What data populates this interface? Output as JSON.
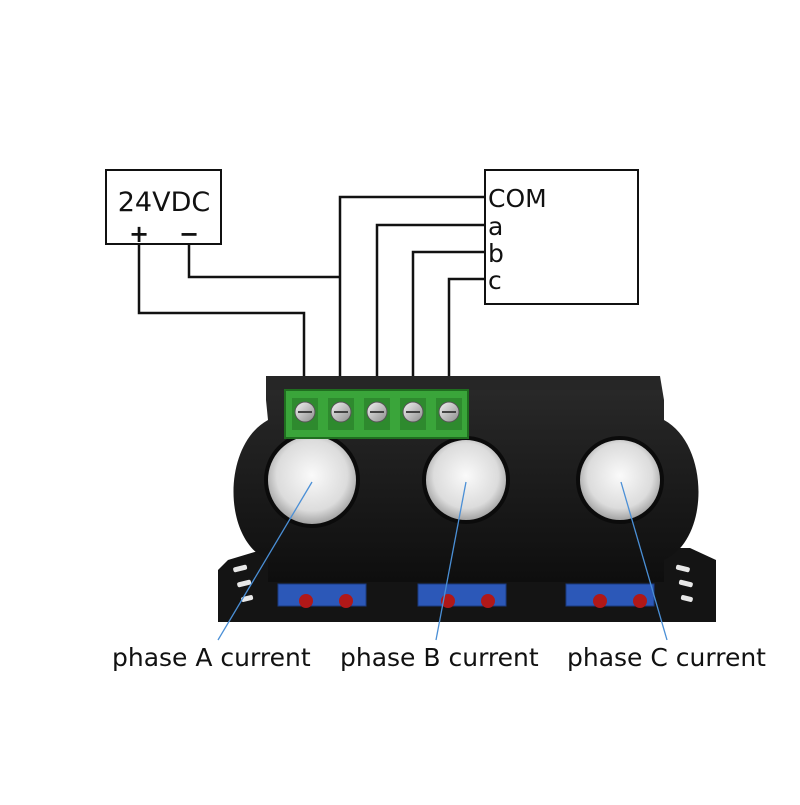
{
  "power_supply": {
    "label": "24VDC",
    "plus": "+",
    "minus": "−"
  },
  "receiver": {
    "com": "COM",
    "a": "a",
    "b": "b",
    "c": "c"
  },
  "callouts": [
    {
      "text": "phase A current"
    },
    {
      "text": "phase B current"
    },
    {
      "text": "phase C current"
    }
  ],
  "colors": {
    "wire": "#111111",
    "device_body": "#161616",
    "terminal_block": "#3aa53a",
    "callout_line": "#4a8fd6",
    "pot_blue": "#2c58b8",
    "pot_red": "#b01818"
  }
}
